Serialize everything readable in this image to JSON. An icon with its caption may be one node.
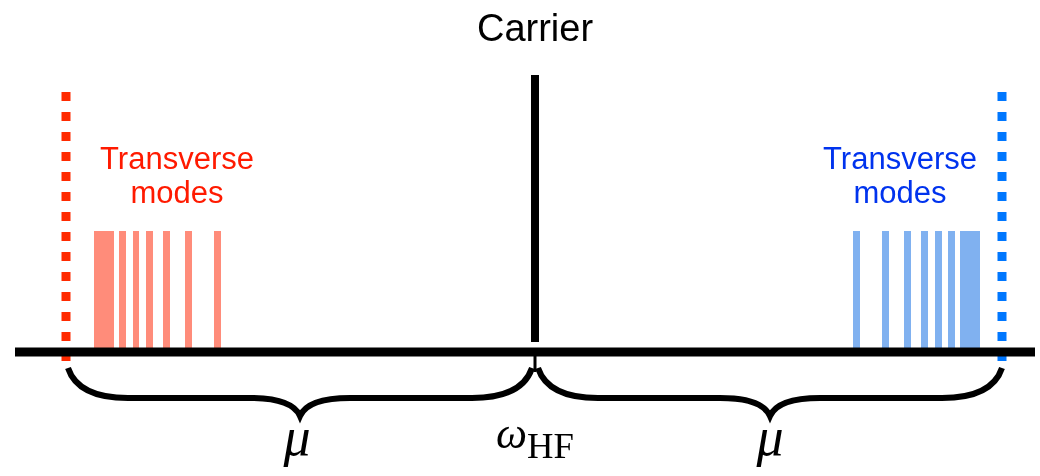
{
  "diagram": {
    "labels": [
      "Carrier",
      "Transverse modes",
      "Transverse modes",
      "μ",
      "*ω*$_{HF}$",
      "μ"
    ]
  }
}
